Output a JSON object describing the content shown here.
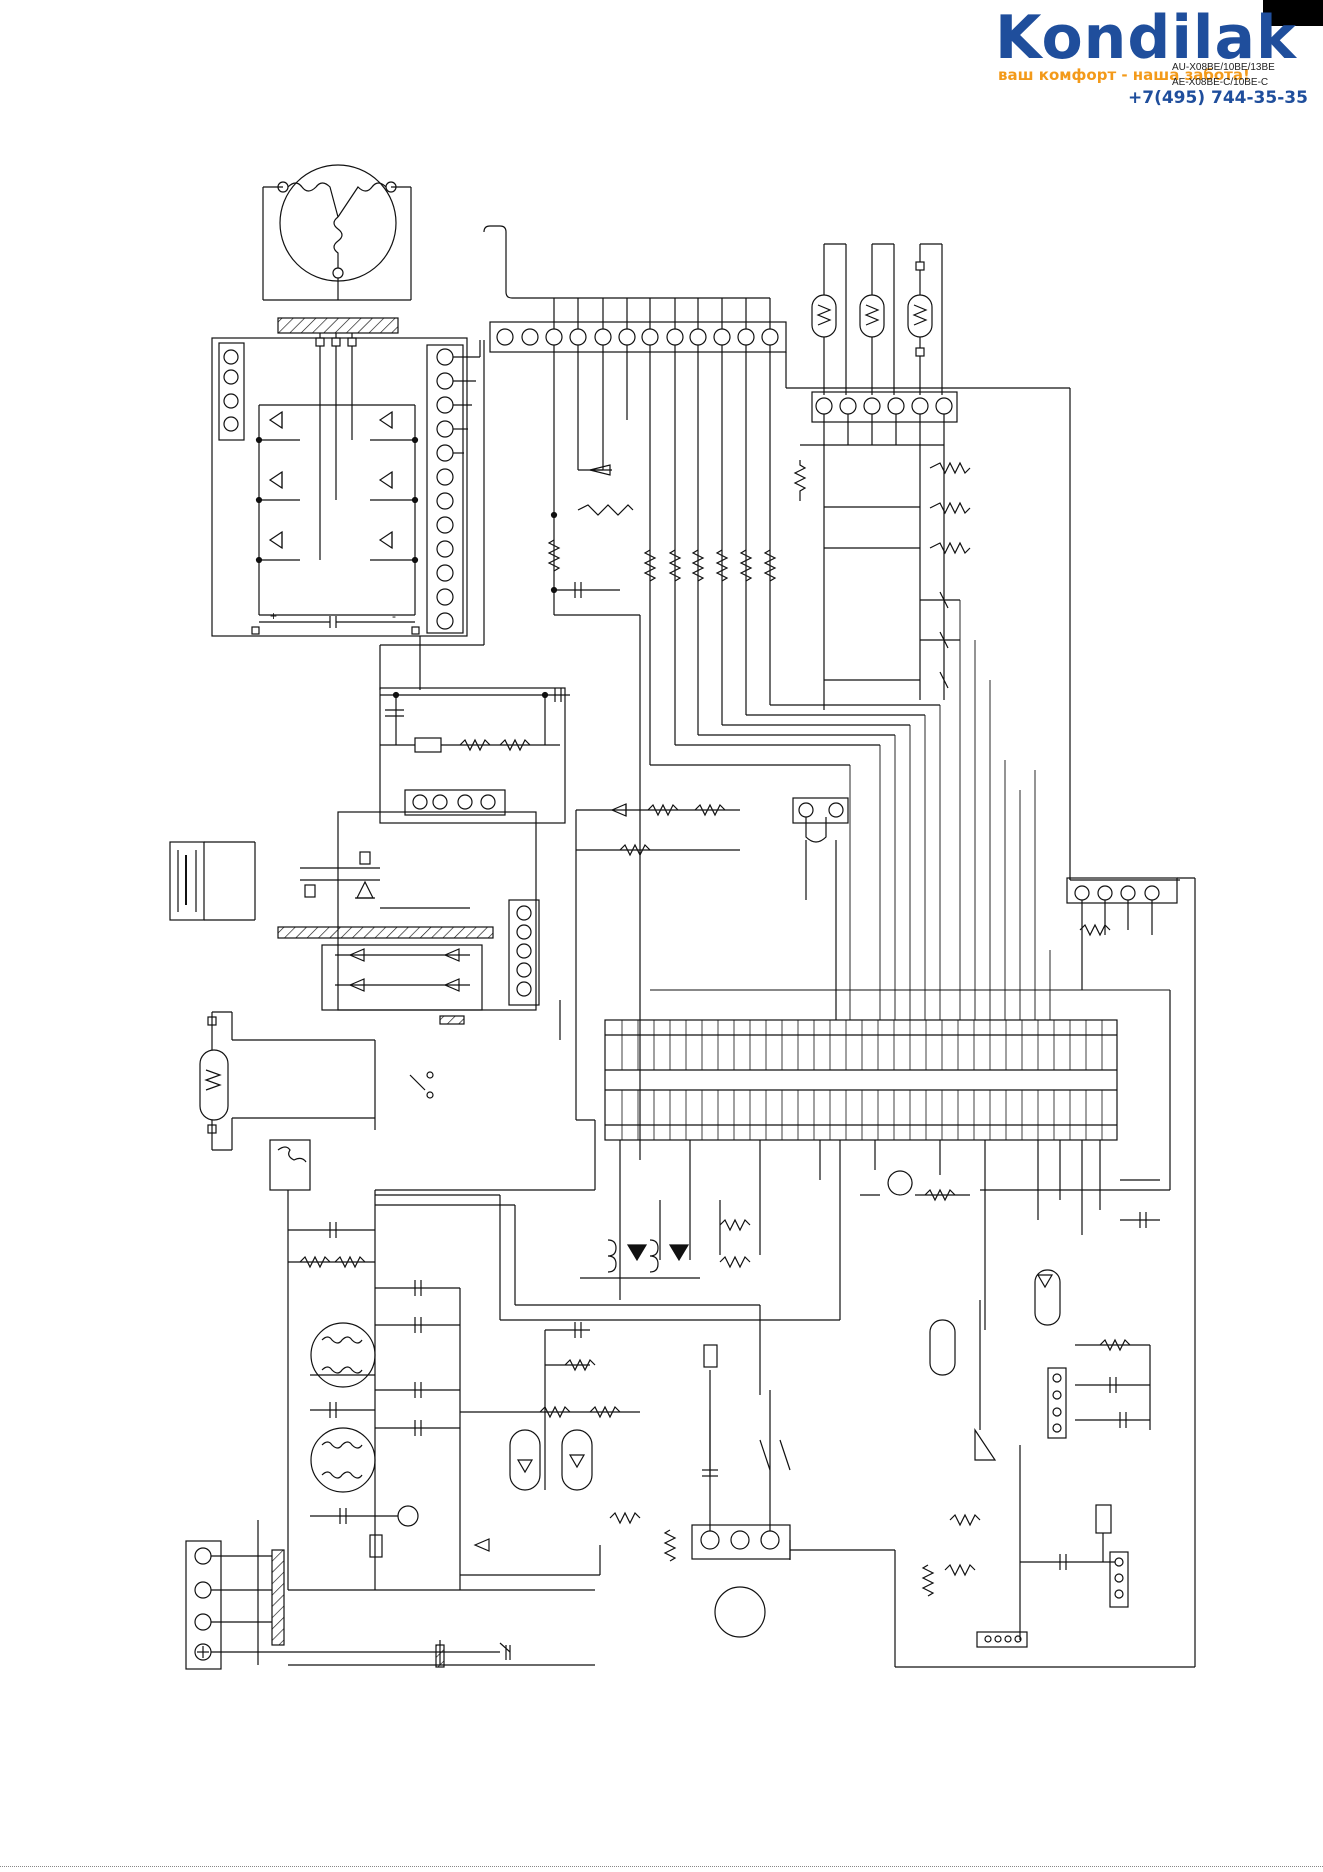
{
  "brand": {
    "name": "Kondilak",
    "slogan": "ваш комфорт - наша забота!",
    "phone": "+7(495) 744-35-35",
    "color_primary": "#1f4e9c",
    "color_accent": "#f39a1a"
  },
  "header": {
    "model_lines": [
      "AU-X08BE/10BE/13BE",
      "AE-X08BE-C/10BE-C"
    ]
  },
  "icons": {
    "motor": "motor-icon",
    "compressor": "compressor-icon",
    "thermistor": "thermistor-icon",
    "transformer": "transformer-icon",
    "ground": "ground-icon"
  }
}
